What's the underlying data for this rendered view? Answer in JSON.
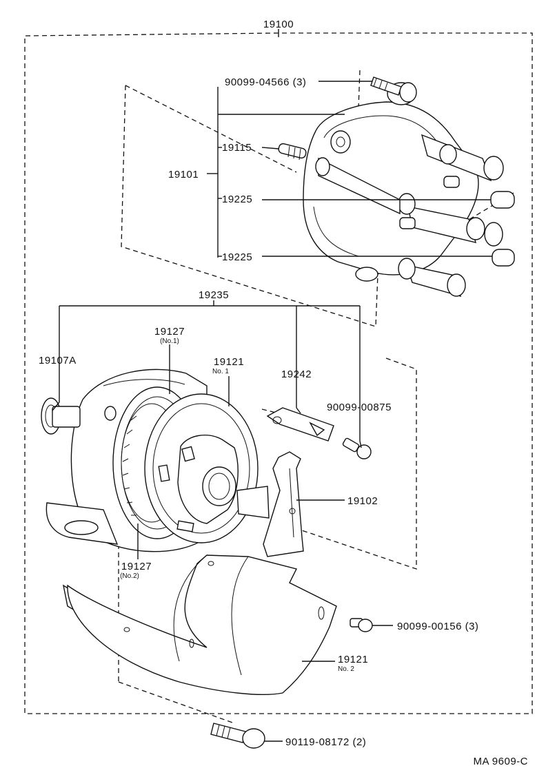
{
  "assembly": {
    "number": "19100"
  },
  "cap": {
    "group": "19101",
    "cap_screw": "90099-04566 (3)",
    "spring": "19115",
    "insert_1": "19225",
    "insert_2": "19225"
  },
  "housing": {
    "group": "19235",
    "oring": "19107A",
    "gasket_1": {
      "number": "19127",
      "sub": "(No.1)"
    },
    "gasket_2": {
      "number": "19127",
      "sub": "(No.2)"
    },
    "cover_1": {
      "number": "19121",
      "sub": "No. 1"
    },
    "cover_2": {
      "number": "19121",
      "sub": "No. 2"
    },
    "clamp": "19242",
    "clamp_screw": "90099-00875"
  },
  "rotor": {
    "number": "19102"
  },
  "cover_screw": "90099-00156 (3)",
  "mount_bolt": "90119-08172 (2)",
  "drawing_code": "MA 9609-C"
}
